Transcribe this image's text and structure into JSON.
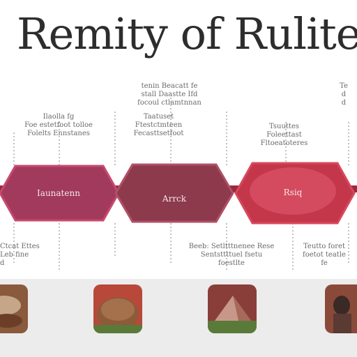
{
  "header": {
    "title": "Remity of Rulite"
  },
  "stages": [
    {
      "label": "Iaunatenn"
    },
    {
      "label": "Arrck"
    },
    {
      "label": "Rsiq"
    }
  ],
  "captions": {
    "top_center": "tenin Beacatt fe\nstall Daastte Ifd\nfocoul ctlamtnnan",
    "top_right": "Te\nd\nd",
    "upper_left": "Ilaolla fg\nFoe estetfoot tolloe\nFolelts Ennstanes",
    "upper_mid": "Taatuset\nFtestctmteen\nFecasttsetfoot",
    "upper_right": "Tsuuttes\nFoleettast\nFltoeatoteres",
    "bottom_left": "Ctcat Ettes\nLeb fine\nd",
    "bottom_mid": "Beeb: Setltttnenee Rese\nSentsttttuel fsetu\nfoestlte",
    "bottom_right": "Teutto foret\nfoetot teatle\nfe"
  },
  "colors": {
    "stage_left": "#a23a5e",
    "stage_mid": "#8c3a4c",
    "stage_right": "#c4364a",
    "stage_right_inner": "#d44a5e",
    "connector": "#9a2a3c",
    "strip_bg": "#ececec"
  },
  "icons": [
    "food-tile-icon",
    "bread-tile-icon",
    "mountain-tile-icon",
    "figure-tile-icon"
  ]
}
